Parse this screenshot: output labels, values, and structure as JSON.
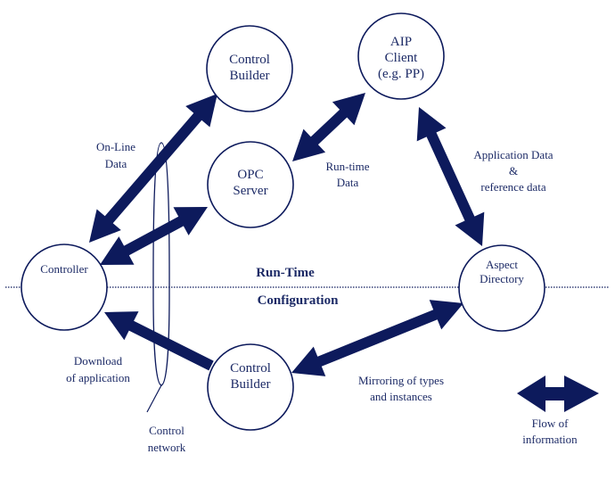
{
  "diagram": {
    "colors": {
      "ink": "#0d1a5c",
      "text": "#1c2a66",
      "background": "#ffffff"
    },
    "nodes": {
      "controller": {
        "lines": [
          "Controller"
        ]
      },
      "control_builder_top": {
        "lines": [
          "Control",
          "Builder"
        ]
      },
      "aip_client": {
        "lines": [
          "AIP",
          "Client",
          "(e.g. PP)"
        ]
      },
      "opc_server": {
        "lines": [
          "OPC",
          "Server"
        ]
      },
      "aspect_directory": {
        "lines": [
          "Aspect",
          "Directory"
        ]
      },
      "control_builder_bottom": {
        "lines": [
          "Control",
          "Builder"
        ]
      }
    },
    "edge_labels": {
      "online_data": [
        "On-Line",
        "Data"
      ],
      "runtime_data": [
        "Run-time",
        "Data"
      ],
      "application_data": [
        "Application Data",
        "&",
        "reference data"
      ],
      "download": [
        "Download",
        "of application"
      ],
      "mirroring": [
        "Mirroring of types",
        "and instances"
      ],
      "control_network": [
        "Control",
        "network"
      ]
    },
    "phases": {
      "upper": "Run-Time",
      "lower": "Configuration"
    },
    "legend": {
      "icon": "double-arrow-icon",
      "lines": [
        "Flow of",
        "information"
      ]
    },
    "edges": [
      {
        "from": "controller",
        "to": "control_builder_top",
        "direction": "both",
        "label": "online_data"
      },
      {
        "from": "controller",
        "to": "opc_server",
        "direction": "both",
        "label": "online_data"
      },
      {
        "from": "opc_server",
        "to": "aip_client",
        "direction": "both",
        "label": "runtime_data"
      },
      {
        "from": "aip_client",
        "to": "aspect_directory",
        "direction": "both",
        "label": "application_data"
      },
      {
        "from": "control_builder_bottom",
        "to": "controller",
        "direction": "forward",
        "label": "download"
      },
      {
        "from": "control_builder_bottom",
        "to": "aspect_directory",
        "direction": "both",
        "label": "mirroring"
      }
    ]
  }
}
